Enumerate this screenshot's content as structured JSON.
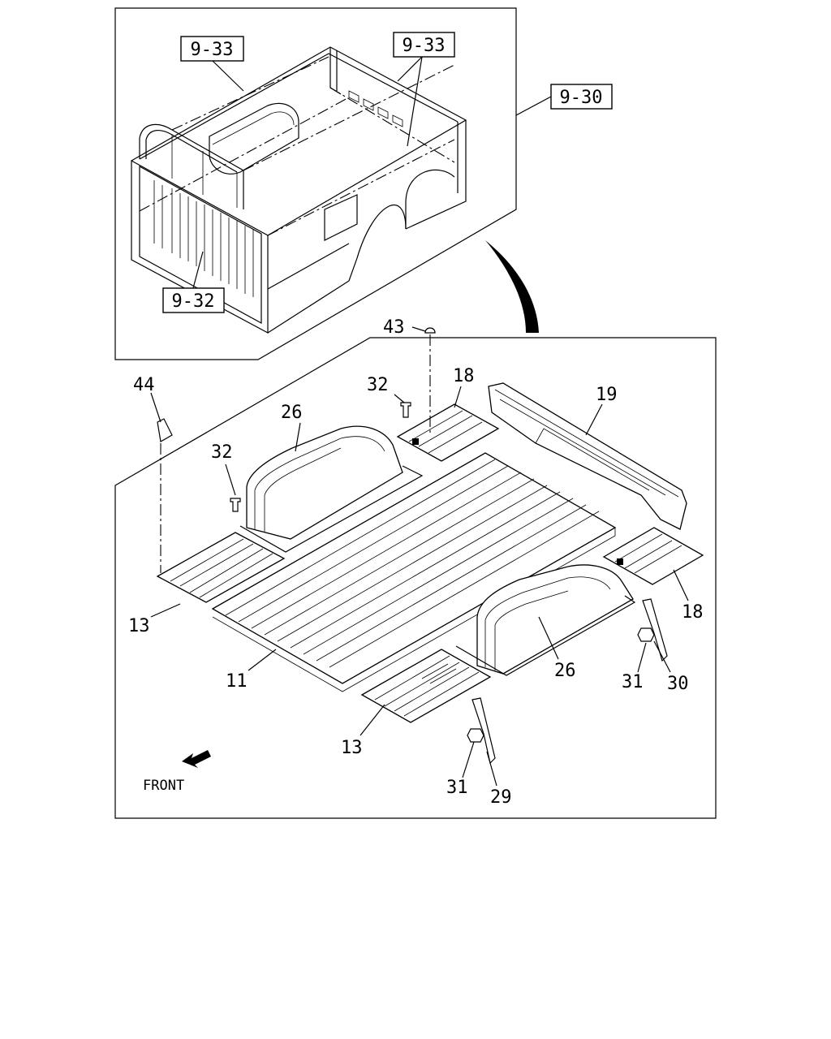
{
  "refs": {
    "r1": "9-33",
    "r2": "9-33",
    "r3": "9-30",
    "r4": "9-32"
  },
  "labels": {
    "p43": "43",
    "p44": "44",
    "p32a": "32",
    "p32b": "32",
    "p18a": "18",
    "p18b": "18",
    "p19": "19",
    "p26a": "26",
    "p26b": "26",
    "p13a": "13",
    "p13b": "13",
    "p11": "11",
    "p31a": "31",
    "p31b": "31",
    "p30": "30",
    "p29": "29"
  },
  "front_label": "FRONT"
}
